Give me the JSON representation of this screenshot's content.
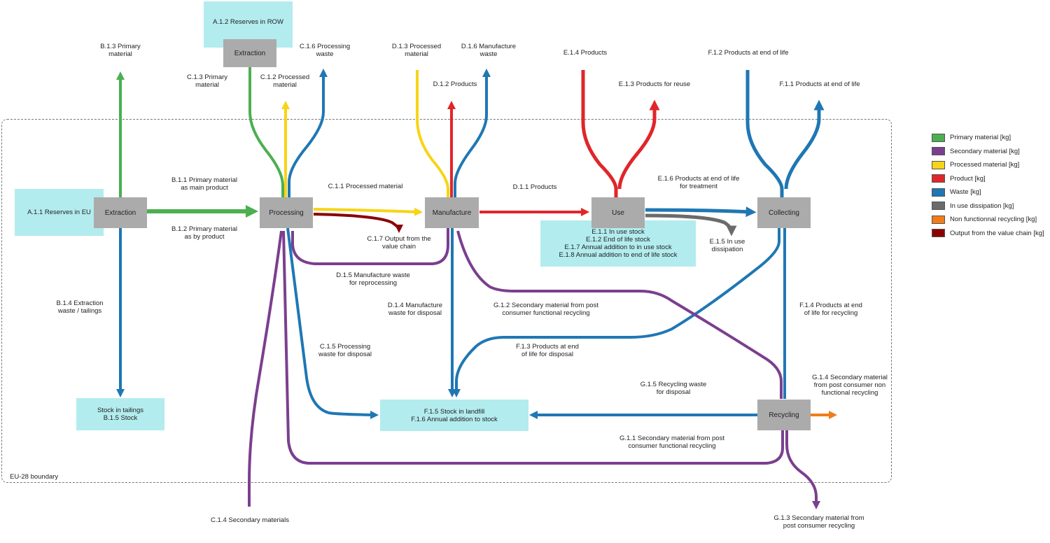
{
  "boundary_label": "EU-28 boundary",
  "colors": {
    "primary": "#4caf50",
    "secondary": "#7b3f8e",
    "processed": "#f7d417",
    "product": "#e0262a",
    "waste": "#1f77b4",
    "dissipation": "#6b6b6b",
    "nonfunctional": "#f07d1a",
    "output": "#8b0000",
    "process_box": "#ababab",
    "stock_box": "#b3ecee"
  },
  "processes": {
    "extraction_eu": "Extraction",
    "extraction_row": "Extraction",
    "processing": "Processing",
    "manufacture": "Manufacture",
    "use": "Use",
    "collecting": "Collecting",
    "recycling": "Recycling"
  },
  "stocks": {
    "reserves_eu": "A.1.1 Reserves in EU",
    "reserves_row": "A.1.2 Reserves in ROW",
    "tailings": "Stock in tailings\nB.1.5 Stock",
    "use_stock": "E.1.1 In use stock\nE.1.2 End of life stock\nE.1.7 Annual addition to in use stock\nE.1.8 Annual addition to end of life stock",
    "landfill": "F.1.5 Stock in landfill\nF.1.6 Annual addition to stock"
  },
  "flows": {
    "b13": "B.1.3 Primary\nmaterial",
    "b11": "B.1.1 Primary material\nas main product",
    "b12": "B.1.2 Primary material\nas by product",
    "b14": "B.1.4 Extraction\nwaste / tailings",
    "c13": "C.1.3 Primary\nmaterial",
    "c12": "C.1.2 Processed\nmaterial",
    "c16": "C.1.6 Processing\nwaste",
    "c11": "C.1.1 Processed material",
    "c17": "C.1.7 Output from the\nvalue chain",
    "c15": "C.1.5 Processing\nwaste for disposal",
    "c14": "C.1.4 Secondary materials",
    "d13": "D.1.3 Processed\nmaterial",
    "d16": "D.1.6 Manufacture\nwaste",
    "d12": "D.1.2 Products",
    "d11": "D.1.1 Products",
    "d15": "D.1.5 Manufacture waste\nfor reprocessing",
    "d14": "D.1.4 Manufacture\nwaste for disposal",
    "e14": "E.1.4 Products",
    "e13": "E.1.3 Products for reuse",
    "e16": "E.1.6 Products at end of life\nfor treatment",
    "e15": "E.1.5 In use\ndissipation",
    "f12": "F.1.2 Products at end of life",
    "f11": "F.1.1 Products at end of life",
    "f14": "F.1.4 Products at end\nof life for recycling",
    "f13": "F.1.3 Products at end\nof life for disposal",
    "g12": "G.1.2 Secondary material from post\nconsumer functional recycling",
    "g15": "G.1.5 Recycling waste\nfor disposal",
    "g14": "G.1.4 Secondary material\nfrom post consumer non\nfunctional recycling",
    "g11": "G.1.1 Secondary material from post\nconsumer functional recycling",
    "g13": "G.1.3 Secondary material from\npost consumer recycling"
  },
  "legend": [
    {
      "label": "Primary material [kg]",
      "color": "#4caf50"
    },
    {
      "label": "Secondary material [kg]",
      "color": "#7b3f8e"
    },
    {
      "label": "Processed material [kg]",
      "color": "#f7d417"
    },
    {
      "label": "Product [kg]",
      "color": "#e0262a"
    },
    {
      "label": "Waste [kg]",
      "color": "#1f77b4"
    },
    {
      "label": "In use dissipation [kg]",
      "color": "#6b6b6b"
    },
    {
      "label": "Non functionnal recycling [kg]",
      "color": "#f07d1a"
    },
    {
      "label": "Output from the value chain [kg]",
      "color": "#8b0000"
    }
  ]
}
